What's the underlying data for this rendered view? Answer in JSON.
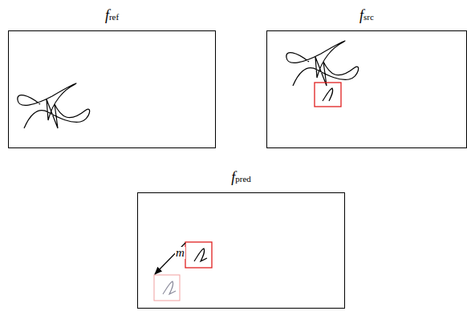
{
  "diagram": {
    "nodes": [
      {
        "text": [
          "fref"
        ]
      },
      {
        "text": [
          "fsrc"
        ]
      },
      {
        "text": [
          "fpred"
        ]
      }
    ],
    "labels": [
      "m"
    ]
  }
}
